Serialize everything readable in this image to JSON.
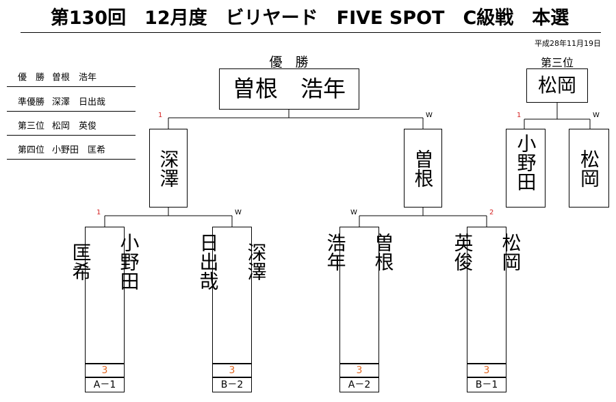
{
  "header": {
    "title": "第130回　12月度　ビリヤード　FIVE SPOT　C級戦　本選",
    "date": "平成28年11月19日"
  },
  "results": [
    {
      "label": "優　勝",
      "name": "曽根　浩年"
    },
    {
      "label": "準優勝",
      "name": "深澤　日出哉"
    },
    {
      "label": "第三位",
      "name": "松岡　英俊"
    },
    {
      "label": "第四位",
      "name": "小野田　匡希"
    }
  ],
  "bracket": {
    "champion_heading": "優　勝",
    "champion_name": "曽根　浩年",
    "third_heading": "第三位",
    "third_name": "松岡",
    "semifinal": {
      "left": {
        "name": "深澤",
        "mark": "1"
      },
      "right": {
        "name": "曽根",
        "mark": "W"
      }
    },
    "third_match": {
      "left": {
        "name": "小野田",
        "mark": "1"
      },
      "right": {
        "name": "松岡",
        "mark": "W"
      }
    },
    "first_round": [
      {
        "name": "小野田\n\n匡希",
        "mark": "1",
        "score": "3",
        "class": "A－1"
      },
      {
        "name": "深澤\n\n日出哉",
        "mark": "W",
        "score": "3",
        "class": "B－2"
      },
      {
        "name": "曽根\n\n浩年",
        "mark": "W",
        "score": "3",
        "class": "A－2"
      },
      {
        "name": "松岡\n\n英俊",
        "mark": "2",
        "score": "3",
        "class": "B－1"
      }
    ]
  },
  "colors": {
    "score": "#e0651f",
    "loser_mark": "#d42020"
  }
}
